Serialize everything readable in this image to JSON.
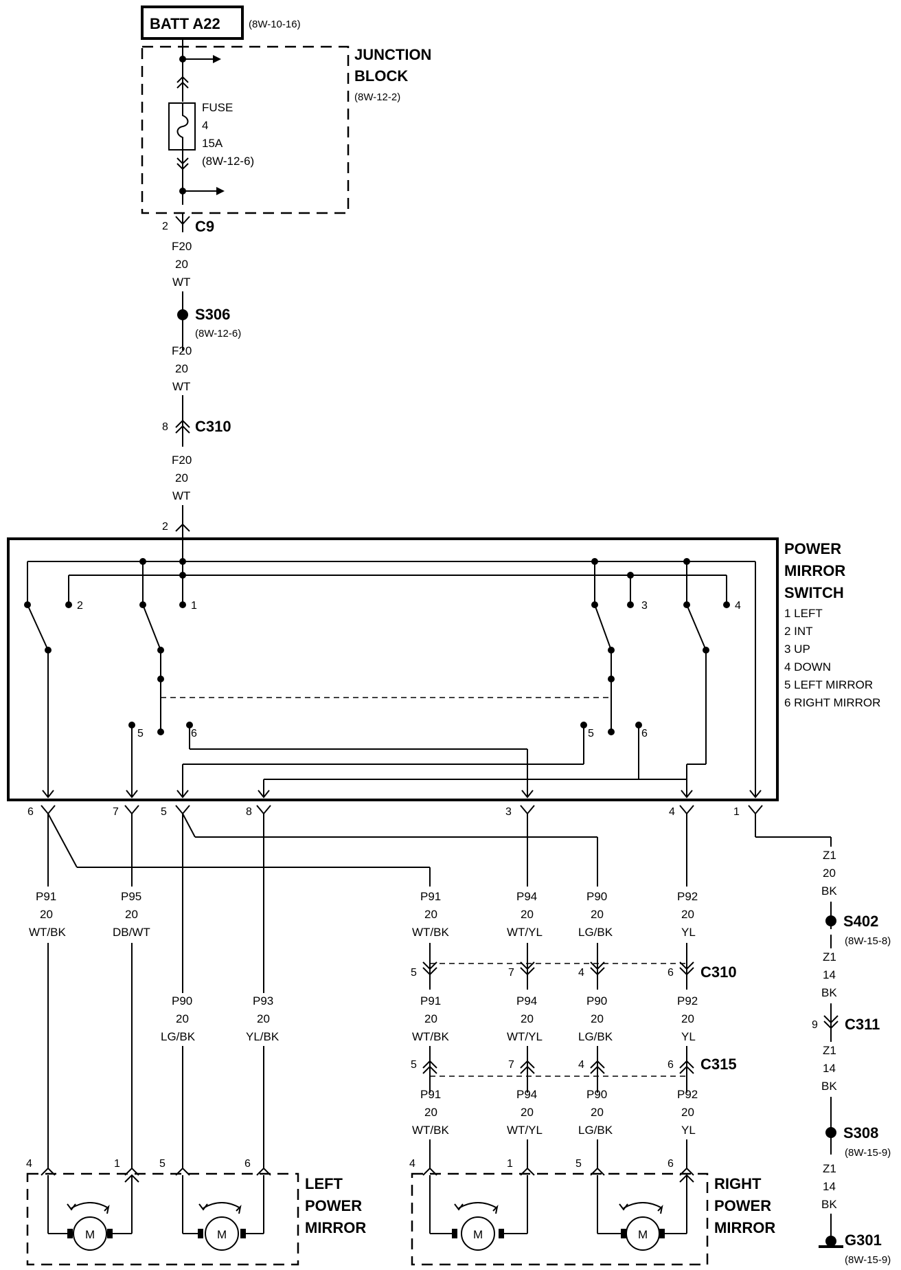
{
  "battery": {
    "label": "BATT A22",
    "ref": "(8W-10-16)"
  },
  "junction_block": {
    "title_line1": "JUNCTION",
    "title_line2": "BLOCK",
    "ref": "(8W-12-2)"
  },
  "fuse": {
    "line1": "FUSE",
    "line2": "4",
    "line3": "15A",
    "line4": "(8W-12-6)"
  },
  "c9": {
    "name": "C9",
    "pin": "2"
  },
  "wire_f20": {
    "circuit": "F20",
    "gauge": "20",
    "color": "WT"
  },
  "s306": {
    "name": "S306",
    "ref": "(8W-12-6)"
  },
  "c310_top": {
    "name": "C310",
    "pin": "8"
  },
  "switch_pin_top": "2",
  "switch": {
    "title1": "POWER",
    "title2": "MIRROR",
    "title3": "SWITCH",
    "legend": [
      "1 LEFT",
      "2 INT",
      "3 UP",
      "4 DOWN",
      "5 LEFT MIRROR",
      "6 RIGHT MIRROR"
    ],
    "contacts": {
      "c1": "1",
      "c2": "2",
      "c3": "3",
      "c4": "4",
      "l5": "5",
      "l6": "6",
      "r5": "5",
      "r6": "6"
    }
  },
  "bottom_pins": {
    "p6": "6",
    "p7": "7",
    "p5": "5",
    "p8": "8",
    "p3": "3",
    "p4": "4",
    "p1": "1"
  },
  "wires_left": [
    {
      "circuit": "P91",
      "gauge": "20",
      "color": "WT/BK"
    },
    {
      "circuit": "P95",
      "gauge": "20",
      "color": "DB/WT"
    },
    {
      "circuit": "P90",
      "gauge": "20",
      "color": "LG/BK"
    },
    {
      "circuit": "P93",
      "gauge": "20",
      "color": "YL/BK"
    }
  ],
  "wires_right": [
    {
      "circuit": "P91",
      "gauge": "20",
      "color": "WT/BK"
    },
    {
      "circuit": "P94",
      "gauge": "20",
      "color": "WT/YL"
    },
    {
      "circuit": "P90",
      "gauge": "20",
      "color": "LG/BK"
    },
    {
      "circuit": "P92",
      "gauge": "20",
      "color": "YL"
    }
  ],
  "c310_bottom": {
    "name": "C310",
    "pins": [
      "5",
      "7",
      "4",
      "6"
    ]
  },
  "c315": {
    "name": "C315",
    "pins": [
      "5",
      "7",
      "4",
      "6"
    ]
  },
  "ground_path": {
    "wire_z1_20": {
      "circuit": "Z1",
      "gauge": "20",
      "color": "BK"
    },
    "s402": {
      "name": "S402",
      "ref": "(8W-15-8)"
    },
    "wire_z1_14a": {
      "circuit": "Z1",
      "gauge": "14",
      "color": "BK"
    },
    "c311": {
      "name": "C311",
      "pin": "9"
    },
    "wire_z1_14b": {
      "circuit": "Z1",
      "gauge": "14",
      "color": "BK"
    },
    "s308": {
      "name": "S308",
      "ref": "(8W-15-9)"
    },
    "wire_z1_14c": {
      "circuit": "Z1",
      "gauge": "14",
      "color": "BK"
    },
    "g301": {
      "name": "G301",
      "ref": "(8W-15-9)"
    }
  },
  "left_mirror": {
    "title1": "LEFT",
    "title2": "POWER",
    "title3": "MIRROR",
    "pins": [
      "4",
      "1",
      "5",
      "6"
    ],
    "motor": "M"
  },
  "right_mirror": {
    "title1": "RIGHT",
    "title2": "POWER",
    "title3": "MIRROR",
    "pins": [
      "4",
      "1",
      "5",
      "6"
    ],
    "motor": "M"
  }
}
